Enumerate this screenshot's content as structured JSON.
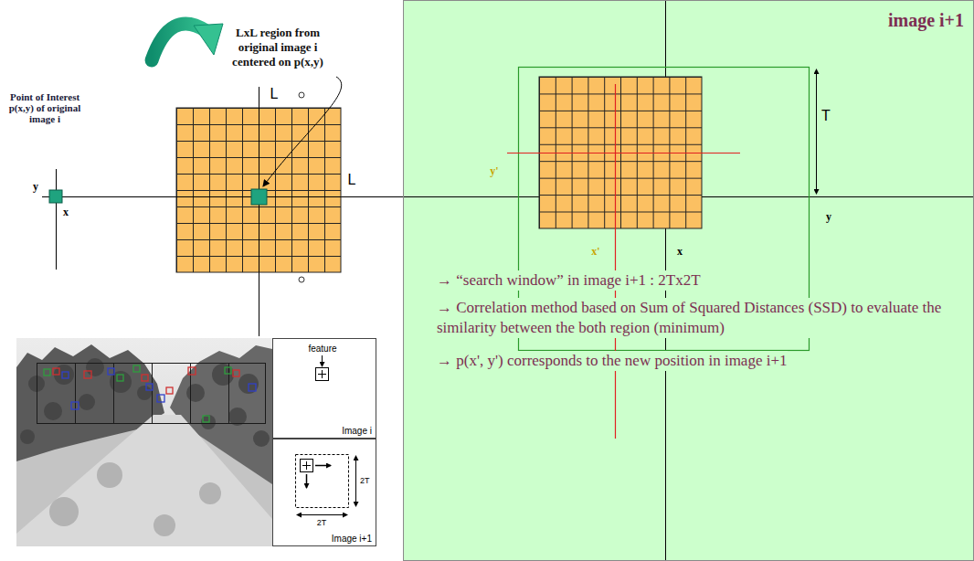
{
  "diagram": {
    "nodes": [
      {
        "text": [
          "image i+1"
        ]
      },
      {
        "text": [
          "feature",
          "Image i"
        ]
      },
      {
        "text": [
          "Image i+1"
        ]
      }
    ],
    "labels": [
      "Point of Interest p(x,y) of original image i",
      "y",
      "x",
      "LxL region from original image i centered on p(x,y)",
      "L",
      "L",
      "T",
      "y'",
      "x'",
      "x",
      "y",
      "→ “search window” in image i+1 : 2Tx2T",
      "→ Correlation method based on Sum of Squared Distances (SSD) to evaluate the similarity between the both region (minimum)",
      "→ p(x', y') corresponds to the new position in image i+1",
      "2T",
      "2T"
    ]
  }
}
